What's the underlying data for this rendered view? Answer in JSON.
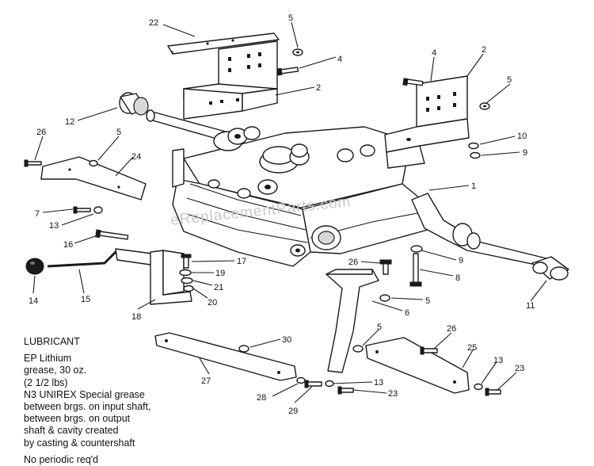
{
  "watermark": "eReplacementParts.com",
  "callouts": {
    "c22": "22",
    "c5a": "5",
    "c4a": "4",
    "c2a": "2",
    "c12": "12",
    "c26a": "26",
    "c5b": "5",
    "c24": "24",
    "c7": "7",
    "c13a": "13",
    "c16": "16",
    "c14": "14",
    "c15": "15",
    "c18": "18",
    "c17": "17",
    "c19": "19",
    "c21": "21",
    "c20": "20",
    "c4b": "4",
    "c2b": "2",
    "c5c": "5",
    "c10": "10",
    "c9a": "9",
    "c1": "1",
    "c9b": "9",
    "c8": "8",
    "c26b": "26",
    "c5d": "5",
    "c11": "11",
    "c6": "6",
    "c30": "30",
    "c5e": "5",
    "c26c": "26",
    "c25": "25",
    "c27": "27",
    "c13b": "13",
    "c23a": "23",
    "c28": "28",
    "c13c": "13",
    "c23b": "23",
    "c29": "29"
  },
  "notes": {
    "title": "LUBRICANT",
    "line1": "EP Lithium",
    "line2": "grease, 30 oz.",
    "line3": "(2 1/2 lbs)",
    "line4": "N3 UNIREX Special grease",
    "line5": "between brgs. on input shaft,",
    "line6": "between brgs. on output",
    "line7": "shaft & cavity created",
    "line8": "by casting & countershaft",
    "line9": "No periodic req'd"
  }
}
